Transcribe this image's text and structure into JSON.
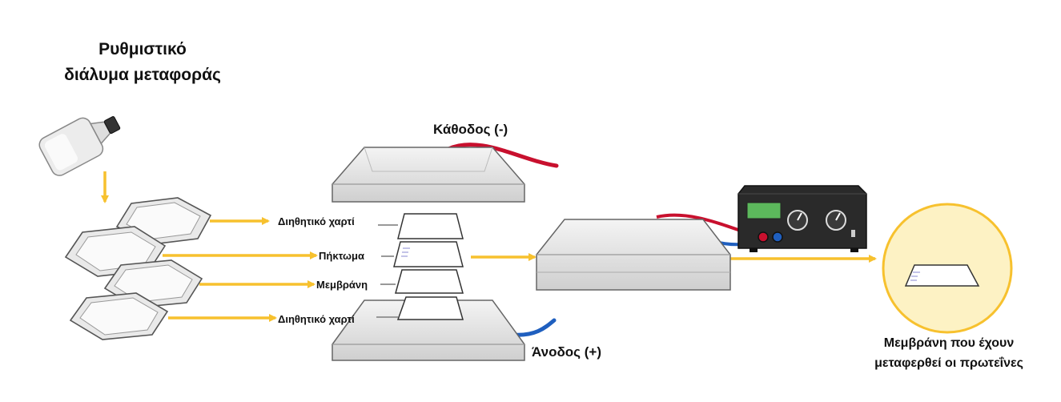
{
  "title": {
    "line1": "Ρυθμιστικό",
    "line2": "διάλυμα μεταφοράς"
  },
  "electrodes": {
    "cathode": "Κάθοδος (-)",
    "anode": "Άνοδος (+)"
  },
  "layers": {
    "filter_paper_top": "Διηθητικό χαρτί",
    "gel": "Πήκτωμα",
    "membrane": "Μεμβράνη",
    "filter_paper_bottom": "Διηθητικό χαρτί"
  },
  "result": {
    "line1": "Μεμβράνη που έχουν",
    "line2": "μεταφερθεί οι πρωτεΐνες"
  },
  "colors": {
    "arrow": "#F7C12E",
    "cathode_wire": "#C8102E",
    "anode_wire": "#1F5FBF",
    "result_circle": "#FDF2C4",
    "device_body": "#E6E6E6",
    "power_supply": "#1E1E1E",
    "display": "#5CB85C"
  },
  "icons": [
    "bottle-icon",
    "tray-icon",
    "power-supply-icon"
  ]
}
